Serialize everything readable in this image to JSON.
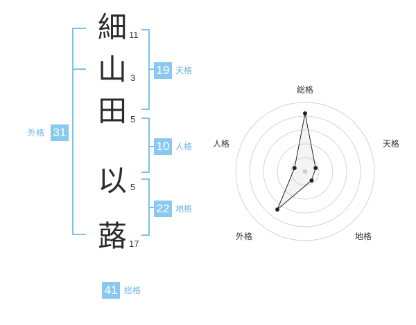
{
  "name_chars": [
    {
      "char": "細",
      "strokes": "11"
    },
    {
      "char": "山",
      "strokes": "3"
    },
    {
      "char": "田",
      "strokes": "5"
    },
    {
      "char": "以",
      "strokes": "5"
    },
    {
      "char": "蕗",
      "strokes": "17"
    }
  ],
  "scores": {
    "tenkaku": {
      "value": "19",
      "label": "天格"
    },
    "jinkaku": {
      "value": "10",
      "label": "人格"
    },
    "chikaku": {
      "value": "22",
      "label": "地格"
    },
    "gaikaku": {
      "value": "31",
      "label": "外格"
    },
    "soukaku": {
      "value": "41",
      "label": "総格"
    }
  },
  "chart_data": {
    "type": "radar",
    "axes": [
      "総格",
      "天格",
      "地格",
      "外格",
      "人格"
    ],
    "values": [
      4.2,
      0.8,
      0.8,
      3.4,
      0.8
    ],
    "max": 5,
    "rings": 5
  },
  "colors": {
    "accent": "#8ac9ef",
    "bracket": "#7cc2ec",
    "label": "#6bb6e6"
  }
}
